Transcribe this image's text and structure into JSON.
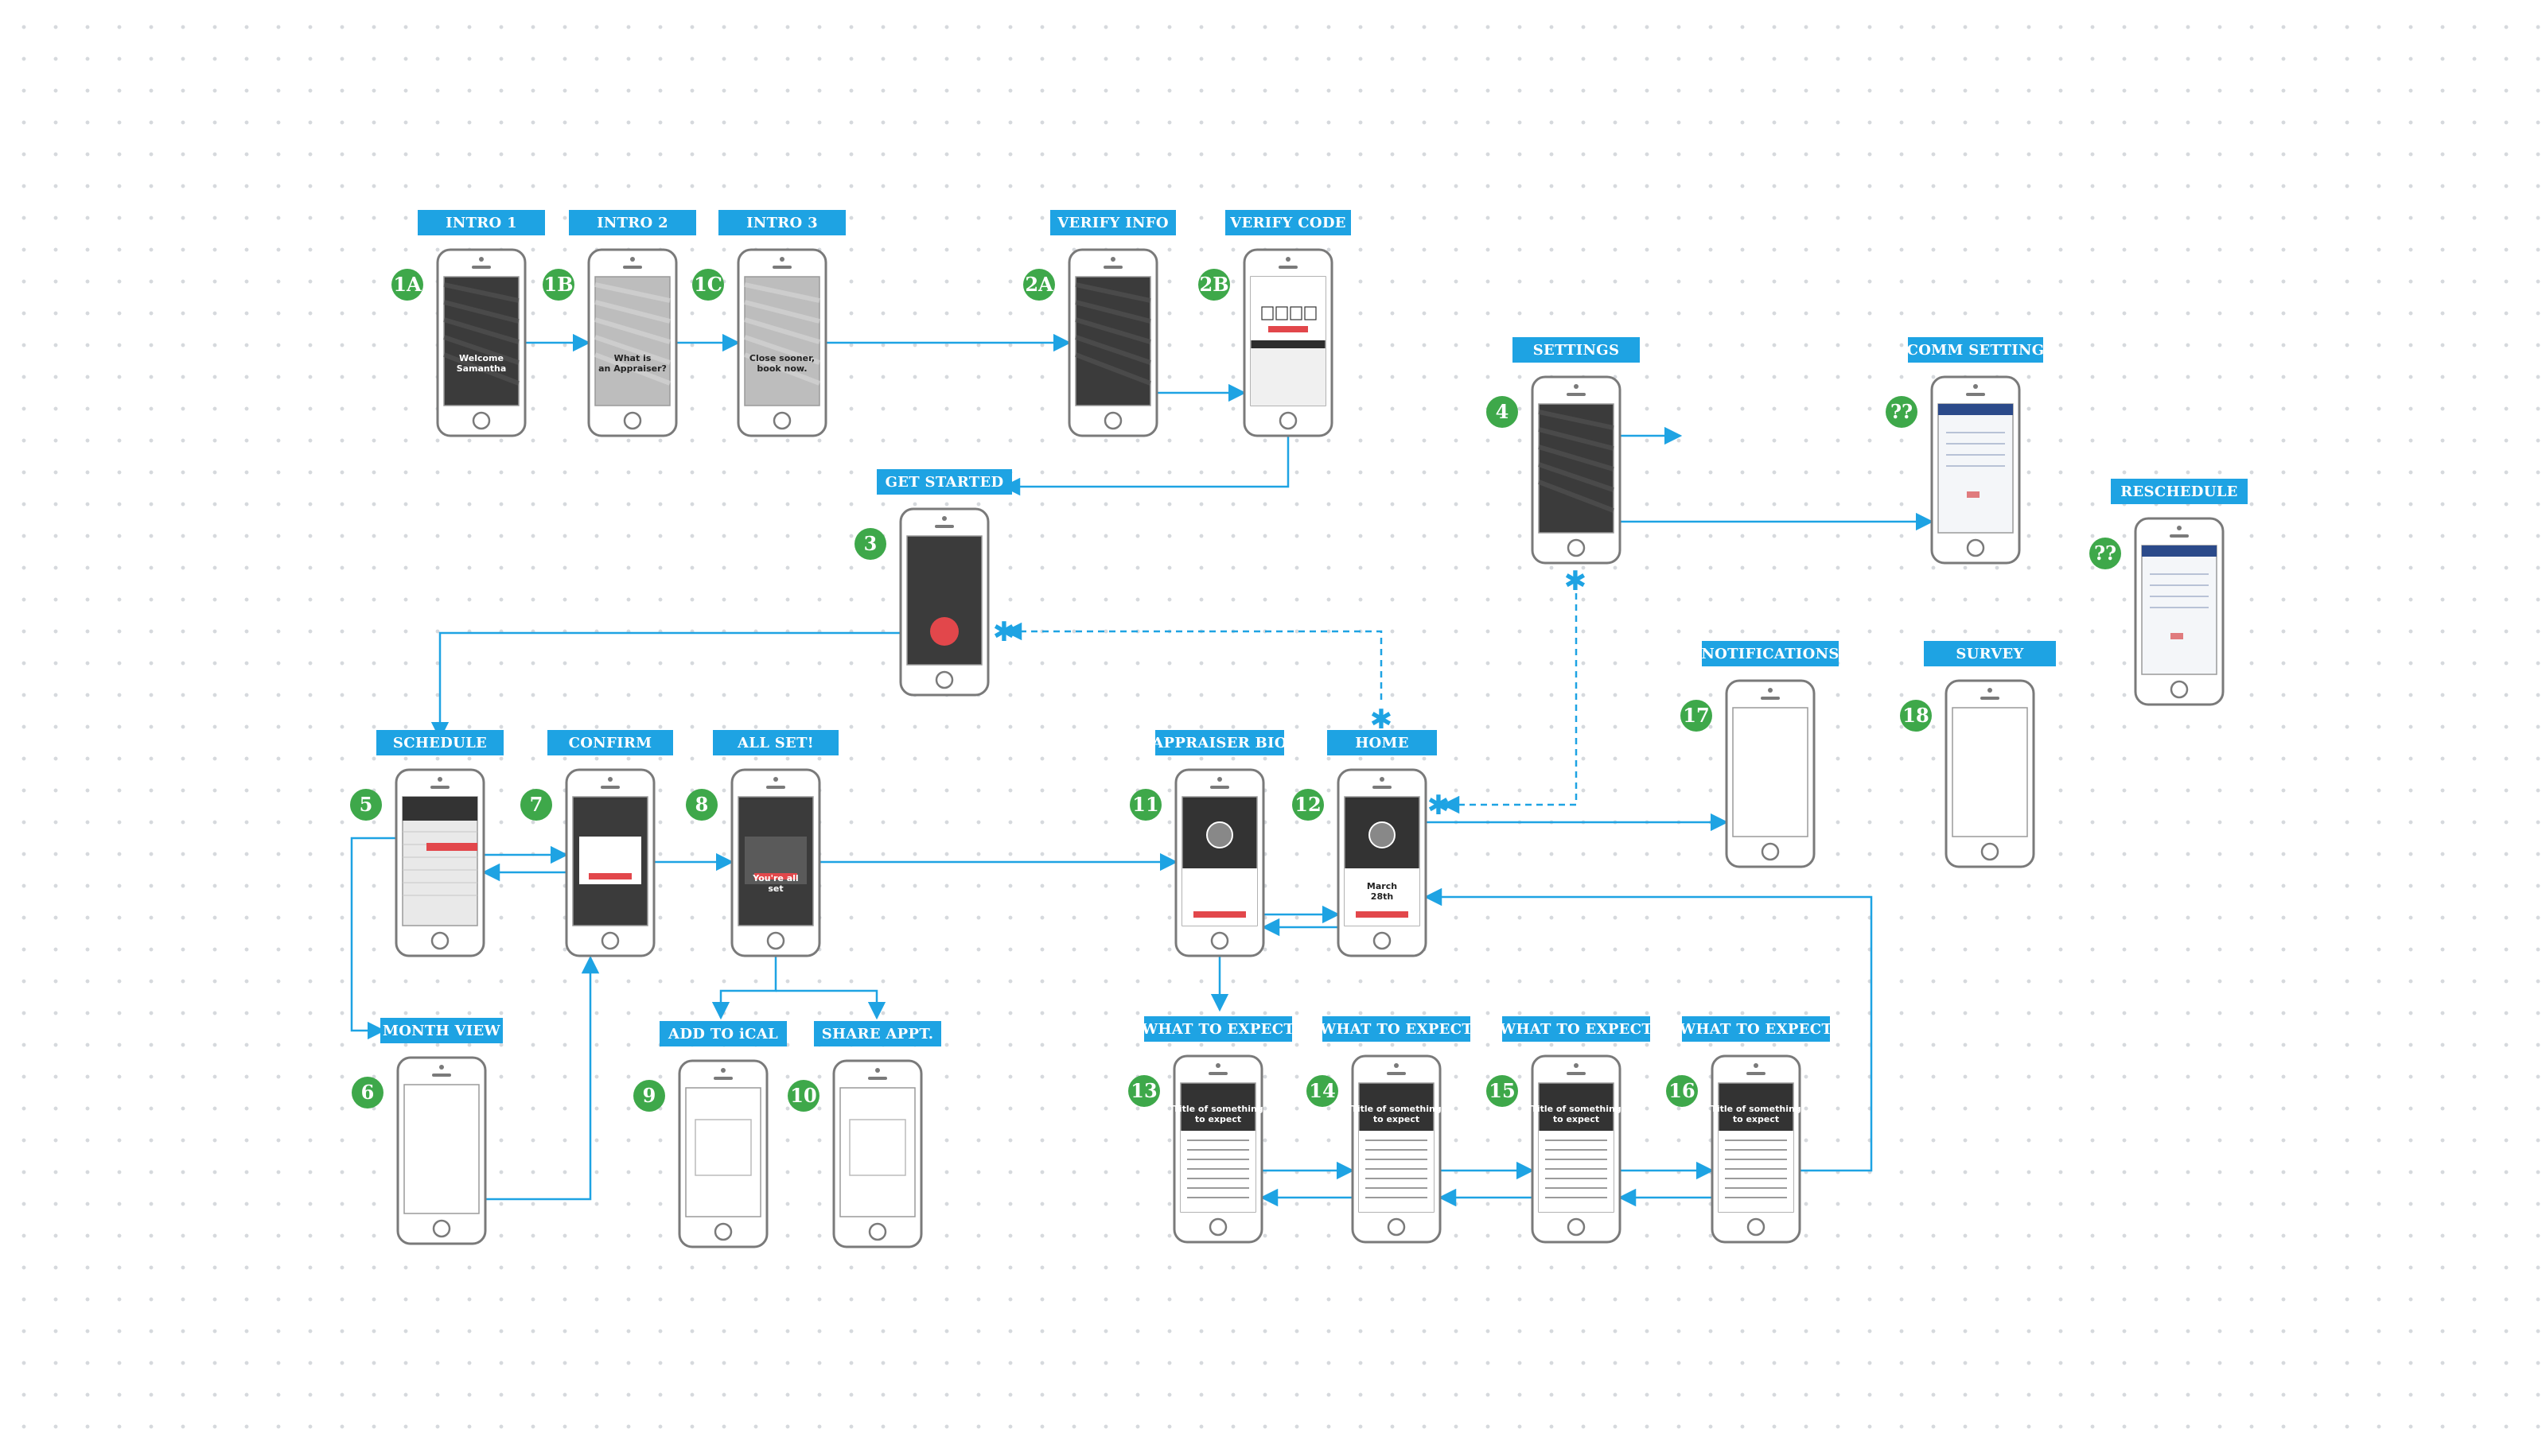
{
  "title": "",
  "screens": [
    {
      "id": "intro1",
      "tag": "INTRO 1",
      "badge": "1A",
      "screen_text": "Welcome Samantha",
      "screen": "dark"
    },
    {
      "id": "intro2",
      "tag": "INTRO 2",
      "badge": "1B",
      "screen_text": "What is an Appraiser?",
      "screen": "light"
    },
    {
      "id": "intro3",
      "tag": "INTRO 3",
      "badge": "1C",
      "screen_text": "Close sooner, book now.",
      "screen": "light"
    },
    {
      "id": "verify_info",
      "tag": "VERIFY INFO",
      "badge": "2A",
      "screen_text": "",
      "screen": "dark"
    },
    {
      "id": "verify_code",
      "tag": "VERIFY CODE",
      "badge": "2B",
      "screen_text": "",
      "screen": "keypad"
    },
    {
      "id": "get_started",
      "tag": "GET STARTED",
      "badge": "3",
      "screen_text": "",
      "screen": "dark-cta"
    },
    {
      "id": "settings",
      "tag": "SETTINGS",
      "badge": "4",
      "screen_text": "",
      "screen": "dark"
    },
    {
      "id": "comm_setting",
      "tag": "COMM SETTING",
      "badge": "??",
      "screen_text": "",
      "screen": "form"
    },
    {
      "id": "reschedule",
      "tag": "RESCHEDULE",
      "badge": "??",
      "screen_text": "",
      "screen": "form"
    },
    {
      "id": "schedule",
      "tag": "SCHEDULE",
      "badge": "5",
      "screen_text": "",
      "screen": "list"
    },
    {
      "id": "confirm",
      "tag": "CONFIRM",
      "badge": "7",
      "screen_text": "",
      "screen": "dark-modal"
    },
    {
      "id": "all_set",
      "tag": "ALL SET!",
      "badge": "8",
      "screen_text": "You're all set",
      "screen": "dark-modal"
    },
    {
      "id": "appraiser_bio",
      "tag": "APPRAISER BIO",
      "badge": "11",
      "screen_text": "",
      "screen": "profile"
    },
    {
      "id": "home",
      "tag": "HOME",
      "badge": "12",
      "screen_text": "March 28th",
      "screen": "profile"
    },
    {
      "id": "notifications",
      "tag": "NOTIFICATIONS",
      "badge": "17",
      "screen_text": "",
      "screen": "blank"
    },
    {
      "id": "survey",
      "tag": "SURVEY",
      "badge": "18",
      "screen_text": "",
      "screen": "blank"
    },
    {
      "id": "month_view",
      "tag": "MONTH VIEW",
      "badge": "6",
      "screen_text": "",
      "screen": "blank"
    },
    {
      "id": "add_ical",
      "tag": "ADD TO iCAL",
      "badge": "9",
      "screen_text": "",
      "screen": "box"
    },
    {
      "id": "share_appt",
      "tag": "SHARE APPT.",
      "badge": "10",
      "screen_text": "",
      "screen": "box"
    },
    {
      "id": "expect1",
      "tag": "WHAT TO EXPECT",
      "badge": "13",
      "screen_text": "Title of something to expect",
      "screen": "article"
    },
    {
      "id": "expect2",
      "tag": "WHAT TO EXPECT",
      "badge": "14",
      "screen_text": "Title of something to expect",
      "screen": "article"
    },
    {
      "id": "expect3",
      "tag": "WHAT TO EXPECT",
      "badge": "15",
      "screen_text": "Title of something to expect",
      "screen": "article"
    },
    {
      "id": "expect4",
      "tag": "WHAT TO EXPECT",
      "badge": "16",
      "screen_text": "Title of something to expect",
      "screen": "article"
    }
  ],
  "edges": [
    {
      "from": "intro1",
      "to": "intro2",
      "style": "solid"
    },
    {
      "from": "intro2",
      "to": "intro3",
      "style": "solid"
    },
    {
      "from": "intro3",
      "to": "verify_info",
      "style": "solid"
    },
    {
      "from": "verify_info",
      "to": "verify_code",
      "style": "solid"
    },
    {
      "from": "verify_code",
      "to": "get_started",
      "style": "solid"
    },
    {
      "from": "get_started",
      "to": "schedule",
      "style": "solid"
    },
    {
      "from": "schedule",
      "to": "confirm",
      "style": "solid"
    },
    {
      "from": "confirm",
      "to": "schedule",
      "style": "solid"
    },
    {
      "from": "schedule",
      "to": "month_view",
      "style": "solid"
    },
    {
      "from": "month_view",
      "to": "confirm",
      "style": "solid"
    },
    {
      "from": "confirm",
      "to": "all_set",
      "style": "solid"
    },
    {
      "from": "all_set",
      "to": "add_ical",
      "style": "solid"
    },
    {
      "from": "all_set",
      "to": "share_appt",
      "style": "solid"
    },
    {
      "from": "all_set",
      "to": "appraiser_bio",
      "style": "solid"
    },
    {
      "from": "appraiser_bio",
      "to": "home",
      "style": "solid"
    },
    {
      "from": "home",
      "to": "appraiser_bio",
      "style": "solid"
    },
    {
      "from": "appraiser_bio",
      "to": "expect1",
      "style": "solid"
    },
    {
      "from": "expect1",
      "to": "expect2",
      "style": "solid"
    },
    {
      "from": "expect2",
      "to": "expect3",
      "style": "solid"
    },
    {
      "from": "expect3",
      "to": "expect4",
      "style": "solid"
    },
    {
      "from": "expect4",
      "to": "home",
      "style": "solid"
    },
    {
      "from": "home",
      "to": "get_started",
      "style": "dashed"
    },
    {
      "from": "settings",
      "to": "home",
      "style": "dashed"
    },
    {
      "from": "settings",
      "to": "comm_setting",
      "style": "solid"
    },
    {
      "from": "home",
      "to": "notifications",
      "style": "solid"
    }
  ]
}
